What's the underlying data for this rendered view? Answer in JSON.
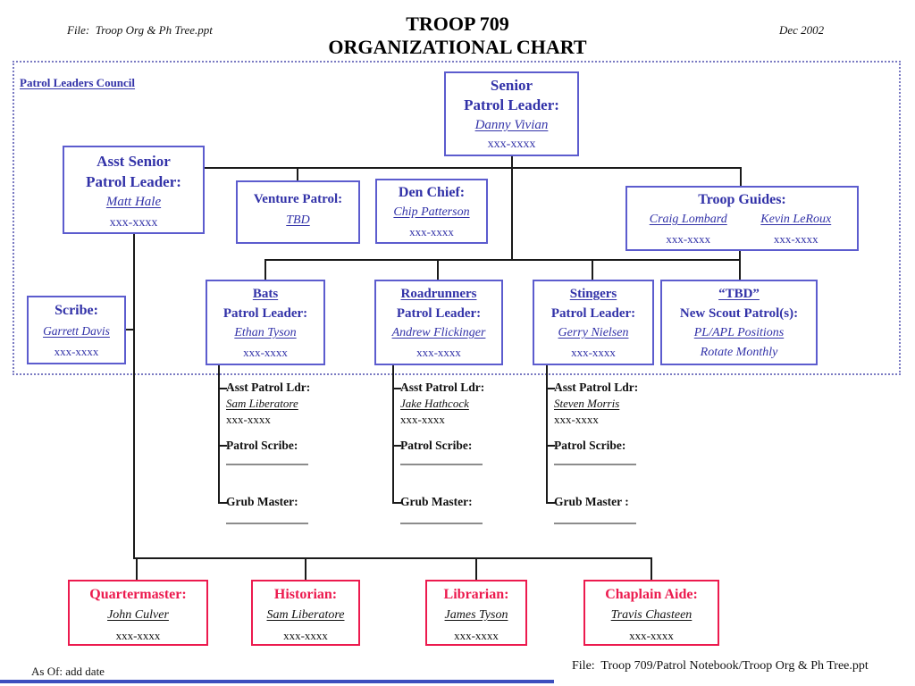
{
  "header": {
    "file_ref": "File:  Troop Org & Ph Tree.ppt",
    "title_line1": "TROOP 709",
    "title_line2": "ORGANIZATIONAL CHART",
    "date": "Dec 2002"
  },
  "patrol_leaders_council_label": "Patrol Leaders Council",
  "boxes": {
    "senior_patrol_leader": {
      "title_line1": "Senior",
      "title_line2": "Patrol Leader:",
      "name": "Danny Vivian",
      "phone": "xxx-xxxx"
    },
    "asst_senior_patrol_leader": {
      "title_line1": "Asst Senior",
      "title_line2": "Patrol Leader:",
      "name": "Matt Hale",
      "phone": "xxx-xxxx"
    },
    "venture_patrol": {
      "title": "Venture Patrol:",
      "name": "TBD"
    },
    "den_chief": {
      "title": "Den Chief:",
      "name": "Chip Patterson",
      "phone": "xxx-xxxx"
    },
    "troop_guides": {
      "title": "Troop Guides:",
      "members": [
        {
          "name": "Craig Lombard",
          "phone": "xxx-xxxx"
        },
        {
          "name": "Kevin LeRoux",
          "phone": "xxx-xxxx"
        }
      ]
    },
    "scribe": {
      "title": "Scribe:",
      "name": "Garrett Davis",
      "phone": "xxx-xxxx"
    }
  },
  "patrols": [
    {
      "patrol_name": "Bats",
      "role": "Patrol Leader:",
      "leader": "Ethan Tyson",
      "line4": "xxx-xxxx"
    },
    {
      "patrol_name": "Roadrunners",
      "role": "Patrol Leader:",
      "leader": "Andrew Flickinger",
      "line4": "xxx-xxxx"
    },
    {
      "patrol_name": "Stingers",
      "role": "Patrol Leader:",
      "leader": "Gerry Nielsen",
      "line4": "xxx-xxxx"
    },
    {
      "patrol_name": "“TBD”",
      "role": "New Scout Patrol(s):",
      "leader": "PL/APL Positions",
      "line4": "Rotate Monthly"
    }
  ],
  "patrol_details": [
    {
      "apl_label": "Asst Patrol Ldr:",
      "apl_name": "Sam Liberatore",
      "apl_phone": "xxx-xxxx",
      "scribe_label": "Patrol Scribe:",
      "grub_label": "Grub Master:"
    },
    {
      "apl_label": "Asst Patrol Ldr:",
      "apl_name": "Jake Hathcock",
      "apl_phone": "xxx-xxxx",
      "scribe_label": "Patrol Scribe:",
      "grub_label": "Grub Master:"
    },
    {
      "apl_label": "Asst Patrol Ldr:",
      "apl_name": "Steven Morris",
      "apl_phone": "xxx-xxxx",
      "scribe_label": "Patrol Scribe:",
      "grub_label": "Grub Master :"
    }
  ],
  "officers": [
    {
      "title": "Quartermaster:",
      "name": "John Culver",
      "phone": "xxx-xxxx"
    },
    {
      "title": "Historian:",
      "name": "Sam Liberatore",
      "phone": "xxx-xxxx"
    },
    {
      "title": "Librarian:",
      "name": "James Tyson",
      "phone": "xxx-xxxx"
    },
    {
      "title": "Chaplain Aide:",
      "name": "Travis Chasteen",
      "phone": "xxx-xxxx"
    }
  ],
  "footer": {
    "as_of": "As Of: add date",
    "file_ref": "File:  Troop 709/Patrol Notebook/Troop Org & Ph Tree.ppt"
  },
  "colors": {
    "blue_text": "#3232a8",
    "blue_border": "#5c5cce",
    "red": "#ec1a4e",
    "connector": "#1a1a1a",
    "bottom_bar_blue": "#3d4fbe"
  }
}
